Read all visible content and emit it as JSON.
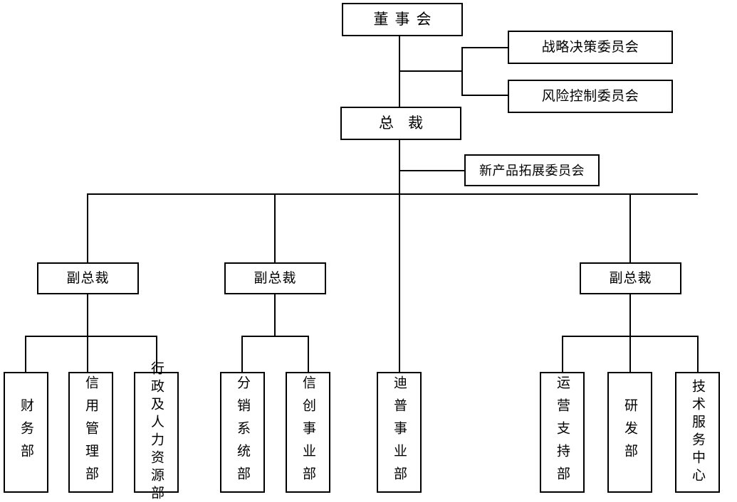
{
  "diagram": {
    "title_text": "",
    "colors": {
      "line": "#000000",
      "box_border": "#000000",
      "background": "#ffffff",
      "text": "#000000"
    },
    "nodes": {
      "board": "董事会",
      "president": "总裁",
      "strategy_committee": "战略决策委员会",
      "risk_committee": "风险控制委员会",
      "new_product_committee": "新产品拓展委员会",
      "vp1": "副总裁",
      "vp2": "副总裁",
      "vp3": "副总裁",
      "finance": "财务部",
      "credit_management": "信用管理部",
      "admin_hr": "行政及人力资源部",
      "distribution_system": "分销系统部",
      "xinchuang_division": "信创事业部",
      "dptech_division": "迪普事业部",
      "operation_support": "运营支持部",
      "rnd": "研发部",
      "tech_service_center": "技术服务中心"
    },
    "groups": {
      "vp1_children": [
        "财务部",
        "信用管理部",
        "行政及人力资源部"
      ],
      "vp2_children": [
        "分销系统部",
        "信创事业部"
      ],
      "vp3_children": [
        "运营支持部",
        "研发部",
        "技术服务中心"
      ],
      "president_direct": [
        "迪普事业部"
      ],
      "board_committees": [
        "战略决策委员会",
        "风险控制委员会"
      ],
      "president_committees": [
        "新产品拓展委员会"
      ]
    }
  }
}
